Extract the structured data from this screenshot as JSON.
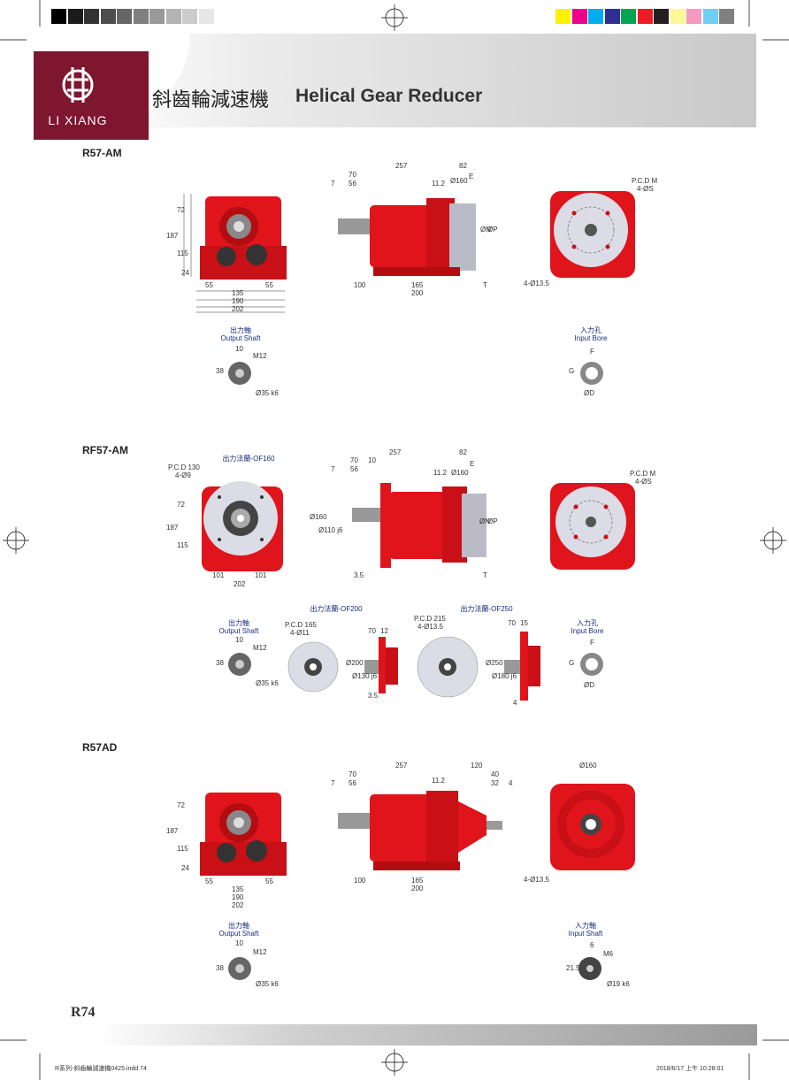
{
  "brand": {
    "name": "LI XIANG",
    "primary": "#7e1630",
    "gear_red": "#e0141b"
  },
  "header": {
    "title_cn": "斜齒輪減速機",
    "title_en": "Helical Gear Reducer"
  },
  "sections": [
    {
      "id": "R57-AM",
      "label": "R57-AM",
      "front_dims": [
        "72",
        "187",
        "115",
        "24",
        "55",
        "55",
        "135",
        "190",
        "202"
      ],
      "side_dims": [
        "257",
        "82",
        "70",
        "7",
        "56",
        "11.2",
        "Ø160",
        "E",
        "ØN",
        "ØP",
        "100",
        "165",
        "200",
        "T"
      ],
      "rear_dims": [
        "P.C.D M",
        "4-ØS",
        "4-Ø13.5"
      ],
      "output_shaft": {
        "cn": "出力軸",
        "en": "Output Shaft",
        "dims": [
          "10",
          "38",
          "M12",
          "Ø35 k6"
        ]
      },
      "input_bore": {
        "cn": "入力孔",
        "en": "Input Bore",
        "dims": [
          "F",
          "G",
          "ØD"
        ]
      }
    },
    {
      "id": "RF57-AM",
      "label": "RF57-AM",
      "flange_title": "出力法蘭-OF160",
      "front_dims": [
        "P.C.D 130",
        "4-Ø9",
        "72",
        "187",
        "115",
        "101",
        "101",
        "202"
      ],
      "side_dims": [
        "257",
        "82",
        "70",
        "10",
        "7",
        "56",
        "11.2",
        "Ø160",
        "E",
        "ØN",
        "ØP",
        "Ø160",
        "Ø110 j6",
        "3.5",
        "T"
      ],
      "rear_dims": [
        "P.C.D M",
        "4-ØS"
      ],
      "output_shaft": {
        "cn": "出力軸",
        "en": "Output Shaft",
        "dims": [
          "10",
          "38",
          "M12",
          "Ø35 k6"
        ]
      },
      "flange200": {
        "title": "出力法蘭-OF200",
        "dims": [
          "P.C.D 165",
          "4-Ø11",
          "70",
          "12",
          "Ø200",
          "Ø130 j6",
          "3.5"
        ]
      },
      "flange250": {
        "title": "出力法蘭-OF250",
        "dims": [
          "P.C.D 215",
          "4-Ø13.5",
          "70",
          "15",
          "Ø250",
          "Ø180 j6",
          "4"
        ]
      },
      "input_bore": {
        "cn": "入力孔",
        "en": "Input Bore",
        "dims": [
          "F",
          "G",
          "ØD"
        ]
      }
    },
    {
      "id": "R57AD",
      "label": "R57AD",
      "front_dims": [
        "72",
        "187",
        "115",
        "24",
        "55",
        "55",
        "135",
        "190",
        "202"
      ],
      "side_dims": [
        "257",
        "120",
        "70",
        "7",
        "56",
        "11.2",
        "40",
        "32",
        "4",
        "100",
        "165",
        "200"
      ],
      "rear_dims": [
        "Ø160",
        "4-Ø13.5"
      ],
      "output_shaft": {
        "cn": "出力軸",
        "en": "Output Shaft",
        "dims": [
          "10",
          "38",
          "M12",
          "Ø35 k6"
        ]
      },
      "input_shaft": {
        "cn": "入力軸",
        "en": "Input Shaft",
        "dims": [
          "6",
          "M6",
          "21.5",
          "Ø19 k6"
        ]
      }
    }
  ],
  "footer": {
    "page": "R74",
    "file": "R系列-斜齒輪減速機0425.indd   74",
    "timestamp": "2018/6/17   上午 10:28:01"
  },
  "color_bar": {
    "grays": [
      "#000000",
      "#1b1b1b",
      "#333333",
      "#4d4d4d",
      "#666666",
      "#808080",
      "#999999",
      "#b3b3b3",
      "#cccccc",
      "#e6e6e6",
      "#ffffff"
    ],
    "colors": [
      "#fff200",
      "#ec008c",
      "#00aeef",
      "#2e3192",
      "#00a651",
      "#ed1c24",
      "#231f20",
      "#fff799",
      "#f49ac1",
      "#6dcff6",
      "#808080"
    ]
  }
}
